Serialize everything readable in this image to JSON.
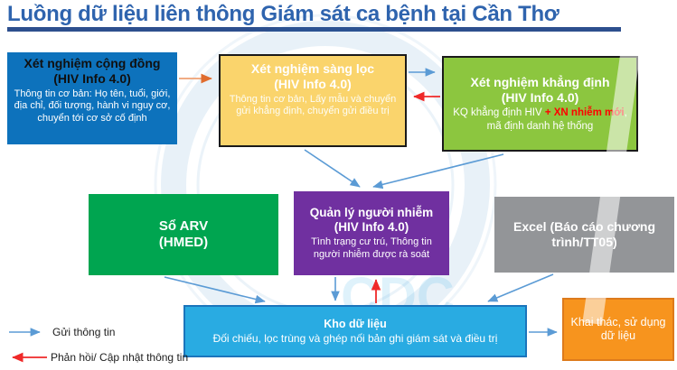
{
  "title": {
    "text": "Luồng dữ liệu liên thông Giám sát ca bệnh tại Cần Thơ"
  },
  "boxes": {
    "community": {
      "title": "Xét nghiệm cộng đồng",
      "subtitle": "(HIV Info 4.0)",
      "body": "Thông tin cơ bản: Họ tên, tuổi, giới, địa chỉ, đối tượng, hành vi nguy cơ, chuyển tới cơ sở cố định",
      "bg": "#0D72BC"
    },
    "screening": {
      "title": "Xét nghiệm sàng lọc",
      "subtitle": "(HIV Info 4.0)",
      "body": "Thông tin cơ bản, Lấy mẫu và chuyển gửi khẳng định, chuyển gửi điều trị",
      "bg": "#FAD46C"
    },
    "confirm": {
      "title": "Xét nghiệm khẳng định",
      "subtitle": "(HIV Info 4.0)",
      "body_pre": "KQ khẳng định HIV ",
      "body_highlight": "+ XN nhiễm mới",
      "body_post": ", mã định danh hệ thống",
      "bg": "#8CC63F",
      "highlight_color": "#FF0000"
    },
    "arv": {
      "title": "Sổ ARV",
      "subtitle": "(HMED)",
      "bg": "#00A550"
    },
    "manage": {
      "title": "Quản lý người nhiễm",
      "subtitle": "(HIV Info 4.0)",
      "body": "Tình trạng cư trú, Thông tin người nhiễm được rà soát",
      "bg": "#7030A0"
    },
    "excel": {
      "title": "Excel (Báo cáo chương trình/TT05)",
      "bg": "#939598"
    },
    "warehouse": {
      "title": "Kho dữ liệu",
      "body": "Đối chiếu, lọc trùng và ghép nối bản ghi giám sát và điều trị",
      "bg": "#29ABE2"
    },
    "use": {
      "title": "Khai thác, sử dụng dữ liệu",
      "bg": "#F7941E"
    }
  },
  "legend": {
    "send": "Gửi thông tin",
    "feedback": "Phản hồi/ Cập nhật thông tin"
  },
  "watermark": {
    "letters": "CDC"
  },
  "colors": {
    "title_text": "#2F64AE",
    "title_underline": "#2D4F8E",
    "arrow_send": "#5B9BD5",
    "arrow_feedback": "#EF2929",
    "arrow_orange": "#E57A35"
  }
}
